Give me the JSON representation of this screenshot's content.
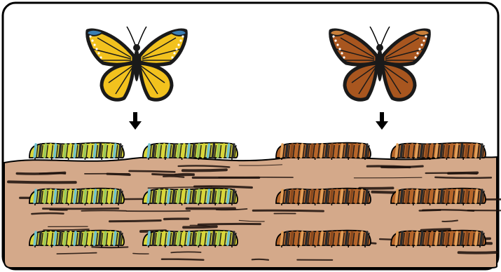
{
  "panel": {
    "background": "#ffffff",
    "border_color": "#000000"
  },
  "ground": {
    "fill": "#d4a98a",
    "grain_color": "#1a0f0a"
  },
  "butterflies": [
    {
      "id": "yellow",
      "wing_color": "#f2c21e",
      "vein_color": "#1a1a1a",
      "tip_color": "#3c7fb3",
      "body_color": "#1a1a1a"
    },
    {
      "id": "brown",
      "wing_color": "#a8561f",
      "vein_color": "#1a1a1a",
      "tip_color": "#c9803a",
      "body_color": "#1a1a1a"
    }
  ],
  "arrows": {
    "color": "#000000",
    "icon": "arrow-down-icon"
  },
  "caterpillar_groups": [
    {
      "id": "yellow-offspring",
      "stripe_colors": [
        "#d9d63a",
        "#6fc3cf",
        "#2b2b2b",
        "#9bc95a"
      ],
      "count": 6
    },
    {
      "id": "brown-offspring",
      "stripe_colors": [
        "#b5652a",
        "#e2a05a",
        "#2b2b2b",
        "#8c4a1e"
      ],
      "count": 6
    }
  ]
}
